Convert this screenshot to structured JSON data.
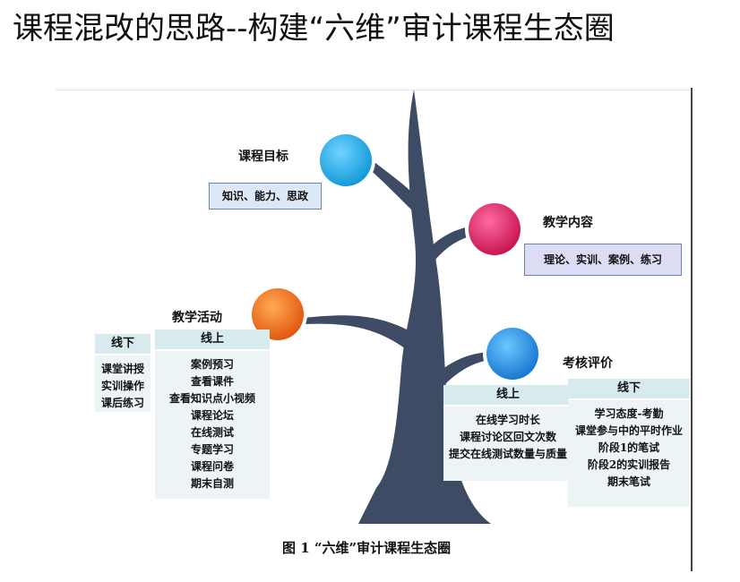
{
  "page_title": "课程混改的思路--构建“六维”审计课程生态圈",
  "caption": "图 1 “六维”审计课程生态圈",
  "colors": {
    "trunk": "#3d4b64",
    "circle_goal": "#18a9e6",
    "circle_content": "#e5206a",
    "circle_activity": "#f26a12",
    "circle_assessment": "#1e8fe0"
  },
  "goal": {
    "label": "课程目标",
    "box": "知识、能力、思政"
  },
  "content": {
    "label": "教学内容",
    "box": "理论、实训、案例、练习"
  },
  "activity": {
    "label": "教学活动",
    "offline": {
      "header": "线下",
      "items": [
        "课堂讲授",
        "实训操作",
        "课后练习"
      ]
    },
    "online": {
      "header": "线上",
      "items": [
        "案例预习",
        "查看课件",
        "查看知识点小视频",
        "课程论坛",
        "在线测试",
        "专题学习",
        "课程问卷",
        "期末自测"
      ]
    }
  },
  "assessment": {
    "label": "考核评价",
    "online": {
      "header": "线上",
      "items": [
        "在线学习时长",
        "课程讨论区回文次数",
        "提交在线测试数量与质量"
      ]
    },
    "offline": {
      "header": "线下",
      "items": [
        "学习态度-考勤",
        "课堂参与中的平时作业",
        "阶段1的笔试",
        "阶段2的实训报告",
        "期末笔试"
      ]
    }
  }
}
